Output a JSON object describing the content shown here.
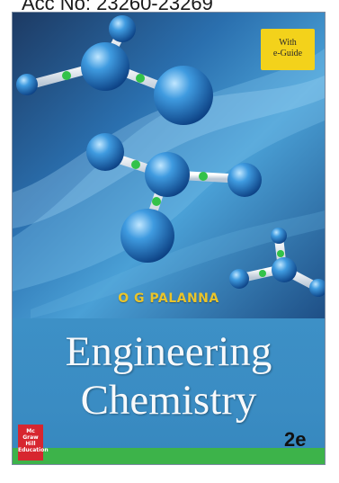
{
  "header": {
    "acc_text": "Acc No: 23260-23269"
  },
  "cover": {
    "badge": {
      "line1": "With",
      "line2": "e-Guide"
    },
    "author": "O G PALANNA",
    "title_line1": "Engineering",
    "title_line2": "Chemistry",
    "edition": "2e",
    "publisher": {
      "line1": "Mc",
      "line2": "Graw",
      "line3": "Hill",
      "line4": "Education"
    }
  },
  "colors": {
    "badge_yellow": "#f3d21b",
    "author_gold": "#e9c42a",
    "title_band_blue": "#3a8cc3",
    "bottom_strip_green": "#3db34a",
    "publisher_red": "#d7262f"
  }
}
